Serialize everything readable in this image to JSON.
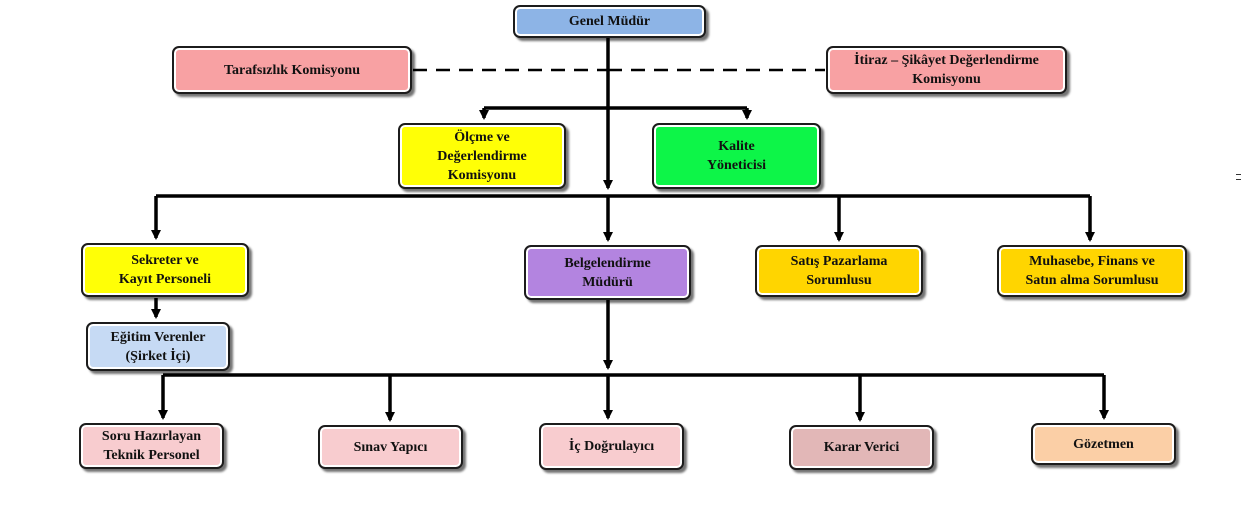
{
  "org_chart": {
    "genel_mudur": "Genel Müdür",
    "tarafsizlik": "Tarafsızlık Komisyonu",
    "itiraz": "İtiraz – Şikâyet Değerlendirme\nKomisyonu",
    "olcme": "Ölçme ve\nDeğerlendirme\nKomisyonu",
    "kalite": "Kalite\nYöneticisi",
    "sekreter": "Sekreter ve\nKayıt Personeli",
    "belgelendirme": "Belgelendirme\nMüdürü",
    "satis": "Satış Pazarlama\nSorumlusu",
    "muhasebe": "Muhasebe, Finans ve\nSatın alma Sorumlusu",
    "egitim": "Eğitim Verenler\n(Şirket İçi)",
    "soru": "Soru Hazırlayan\nTeknik Personel",
    "sinav": "Sınav Yapıcı",
    "ic_dogrulayici": "İç Doğrulayıcı",
    "karar": "Karar Verici",
    "gozetmen": "Gözetmen"
  },
  "colors": {
    "genel_mudur": "#8db4e6",
    "commission": "#f8a1a3",
    "olcme": "#ffff06",
    "kalite": "#0df548",
    "sekreter": "#ffff06",
    "belgelendirme": "#b384e0",
    "satis_muhasebe": "#ffd500",
    "egitim": "#c6daf4",
    "staff": "#f8cccf",
    "karar": "#e2b7b7",
    "gozetmen": "#fbcfa6"
  }
}
